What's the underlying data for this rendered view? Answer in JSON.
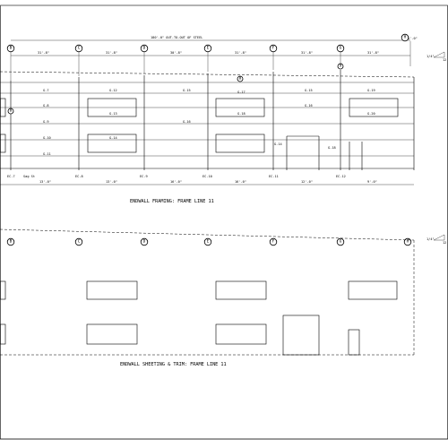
{
  "drawing": {
    "overall_dimension": "180'-0\" OUT-TO-OUT OF STEEL",
    "top_right_dim": "5'-0\"",
    "slope_label": "1/4\"",
    "slope_run": "12",
    "spacing_dims": [
      "31'-8\"",
      "31'-8\"",
      "30'-8\"",
      "31'-8\"",
      "31'-8\"",
      "31'-8\""
    ],
    "grid_lines": [
      "B",
      "C",
      "D",
      "E",
      "F",
      "G",
      "H"
    ],
    "framing_title": "ENDWALL FRAMING: FRAME LINE 11",
    "sheeting_title": "ENDWALL SHEETING & TRIM: FRAME LINE 11",
    "girt_labels": [
      "G-7",
      "G-8",
      "G-9",
      "G-10",
      "G-11",
      "G-12",
      "G-13",
      "G-14",
      "G-15",
      "G-16",
      "G-17",
      "G-18",
      "G-19",
      "G-20"
    ],
    "column_labels": [
      "EC-7",
      "EC-8",
      "EC-9",
      "EC-10",
      "EC-11",
      "EC-12"
    ],
    "bay_dims": [
      "13'-0\"",
      "13'-0\"",
      "16'-0\"",
      "16'-0\"",
      "12'-0\"",
      "9'-0\""
    ],
    "brace_note": "Sag St",
    "callouts": [
      "8",
      "9"
    ]
  }
}
